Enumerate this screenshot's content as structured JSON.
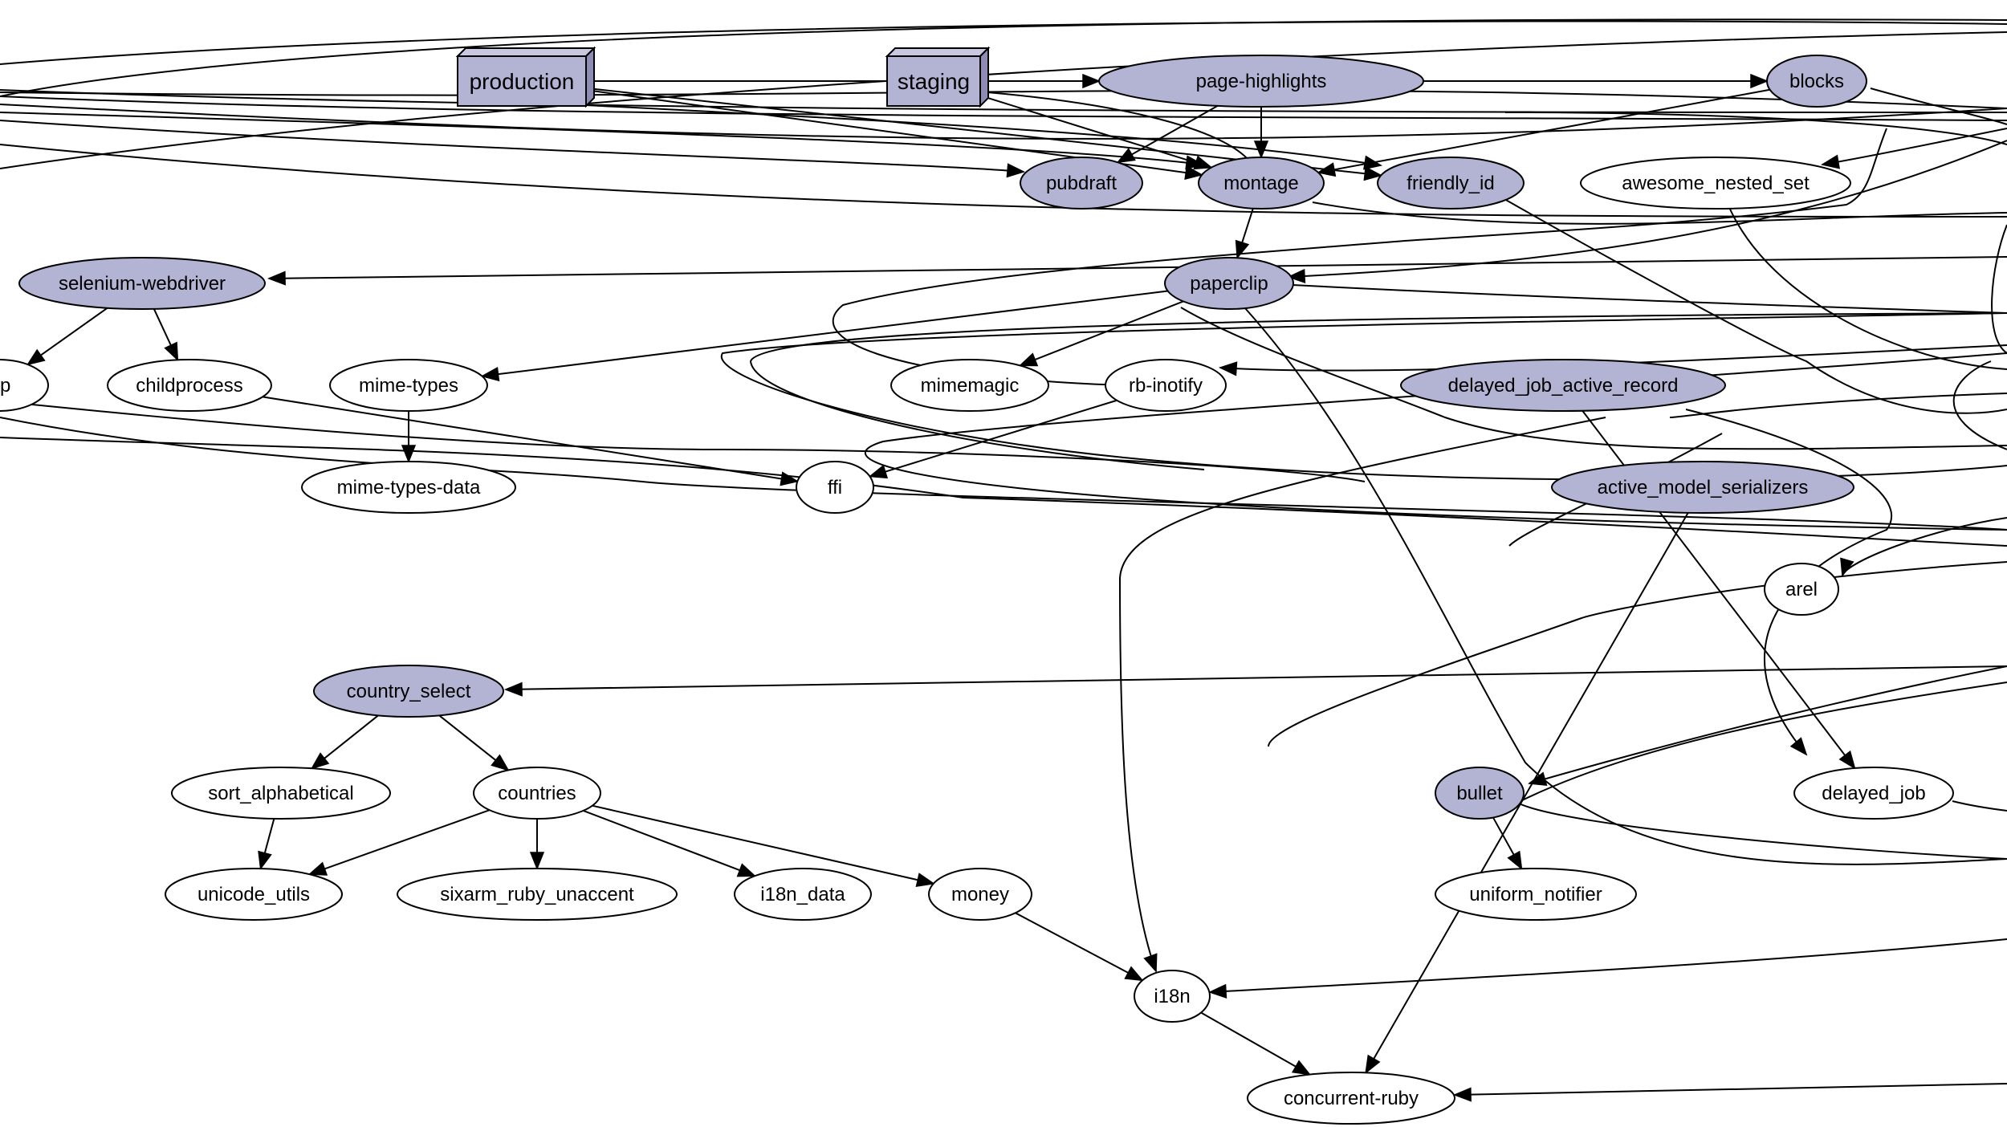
{
  "colors": {
    "highlighted": "#b3b3d4",
    "plain": "#ffffff",
    "stroke": "#000000",
    "box_side": "#8c8cb4",
    "box_top": "#c8c8e0"
  },
  "environments": [
    {
      "id": "production",
      "label": "production"
    },
    {
      "id": "staging",
      "label": "staging"
    }
  ],
  "gems": [
    {
      "id": "page-highlights",
      "label": "page-highlights",
      "highlighted": true
    },
    {
      "id": "blocks",
      "label": "blocks",
      "highlighted": true
    },
    {
      "id": "pubdraft",
      "label": "pubdraft",
      "highlighted": true
    },
    {
      "id": "montage",
      "label": "montage",
      "highlighted": true
    },
    {
      "id": "friendly_id",
      "label": "friendly_id",
      "highlighted": true
    },
    {
      "id": "awesome_nested_set",
      "label": "awesome_nested_set",
      "highlighted": false
    },
    {
      "id": "selenium-webdriver",
      "label": "selenium-webdriver",
      "highlighted": true
    },
    {
      "id": "paperclip",
      "label": "paperclip",
      "highlighted": true
    },
    {
      "id": "rubyzip",
      "label": "zip",
      "highlighted": false
    },
    {
      "id": "childprocess",
      "label": "childprocess",
      "highlighted": false
    },
    {
      "id": "mime-types",
      "label": "mime-types",
      "highlighted": false
    },
    {
      "id": "mimemagic",
      "label": "mimemagic",
      "highlighted": false
    },
    {
      "id": "rb-inotify",
      "label": "rb-inotify",
      "highlighted": false
    },
    {
      "id": "delayed_job_active_record",
      "label": "delayed_job_active_record",
      "highlighted": true
    },
    {
      "id": "mime-types-data",
      "label": "mime-types-data",
      "highlighted": false
    },
    {
      "id": "ffi",
      "label": "ffi",
      "highlighted": false
    },
    {
      "id": "active_model_serializers",
      "label": "active_model_serializers",
      "highlighted": true
    },
    {
      "id": "arel",
      "label": "arel",
      "highlighted": false
    },
    {
      "id": "country_select",
      "label": "country_select",
      "highlighted": true
    },
    {
      "id": "sort_alphabetical",
      "label": "sort_alphabetical",
      "highlighted": false
    },
    {
      "id": "countries",
      "label": "countries",
      "highlighted": false
    },
    {
      "id": "bullet",
      "label": "bullet",
      "highlighted": true
    },
    {
      "id": "delayed_job",
      "label": "delayed_job",
      "highlighted": false
    },
    {
      "id": "unicode_utils",
      "label": "unicode_utils",
      "highlighted": false
    },
    {
      "id": "sixarm_ruby_unaccent",
      "label": "sixarm_ruby_unaccent",
      "highlighted": false
    },
    {
      "id": "i18n_data",
      "label": "i18n_data",
      "highlighted": false
    },
    {
      "id": "money",
      "label": "money",
      "highlighted": false
    },
    {
      "id": "uniform_notifier",
      "label": "uniform_notifier",
      "highlighted": false
    },
    {
      "id": "i18n",
      "label": "i18n",
      "highlighted": false
    },
    {
      "id": "concurrent-ruby",
      "label": "concurrent-ruby",
      "highlighted": false
    }
  ],
  "dependencies": [
    {
      "from": "page-highlights",
      "to": "pubdraft"
    },
    {
      "from": "page-highlights",
      "to": "montage"
    },
    {
      "from": "montage",
      "to": "paperclip"
    },
    {
      "from": "paperclip",
      "to": "mime-types"
    },
    {
      "from": "paperclip",
      "to": "mimemagic"
    },
    {
      "from": "selenium-webdriver",
      "to": "rubyzip"
    },
    {
      "from": "selenium-webdriver",
      "to": "childprocess"
    },
    {
      "from": "mime-types",
      "to": "mime-types-data"
    },
    {
      "from": "childprocess",
      "to": "ffi"
    },
    {
      "from": "rb-inotify",
      "to": "ffi"
    },
    {
      "from": "country_select",
      "to": "sort_alphabetical"
    },
    {
      "from": "country_select",
      "to": "countries"
    },
    {
      "from": "sort_alphabetical",
      "to": "unicode_utils"
    },
    {
      "from": "countries",
      "to": "unicode_utils"
    },
    {
      "from": "countries",
      "to": "sixarm_ruby_unaccent"
    },
    {
      "from": "countries",
      "to": "i18n_data"
    },
    {
      "from": "countries",
      "to": "money"
    },
    {
      "from": "money",
      "to": "i18n"
    },
    {
      "from": "i18n",
      "to": "concurrent-ruby"
    },
    {
      "from": "bullet",
      "to": "uniform_notifier"
    },
    {
      "from": "active_model_serializers",
      "to": "concurrent-ruby"
    },
    {
      "from": "delayed_job_active_record",
      "to": "delayed_job"
    },
    {
      "from": "production",
      "to": "page-highlights"
    },
    {
      "from": "production",
      "to": "blocks"
    },
    {
      "from": "production",
      "to": "montage"
    },
    {
      "from": "production",
      "to": "friendly_id"
    },
    {
      "from": "staging",
      "to": "montage"
    },
    {
      "from": "blocks",
      "to": "montage"
    }
  ]
}
